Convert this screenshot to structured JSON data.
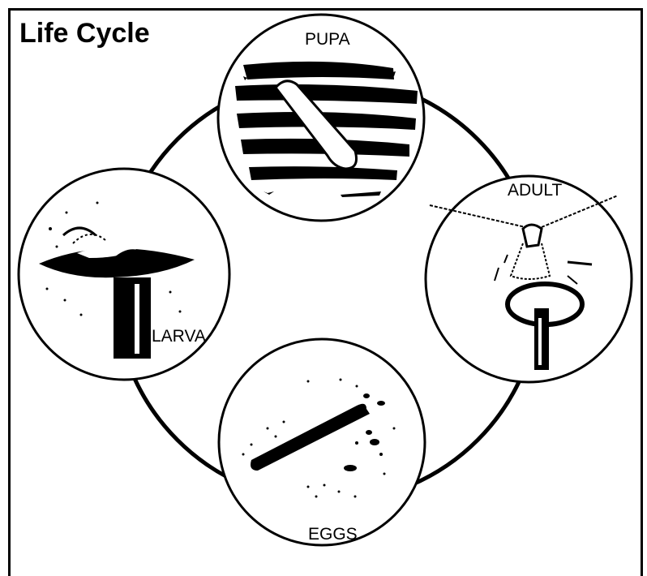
{
  "title": "Life Cycle",
  "stages": {
    "pupa": {
      "label": "PUPA"
    },
    "adult": {
      "label": "ADULT"
    },
    "larva": {
      "label": "LARVA"
    },
    "eggs": {
      "label": "EGGS"
    }
  },
  "colors": {
    "ink": "#000000",
    "background": "#ffffff"
  }
}
